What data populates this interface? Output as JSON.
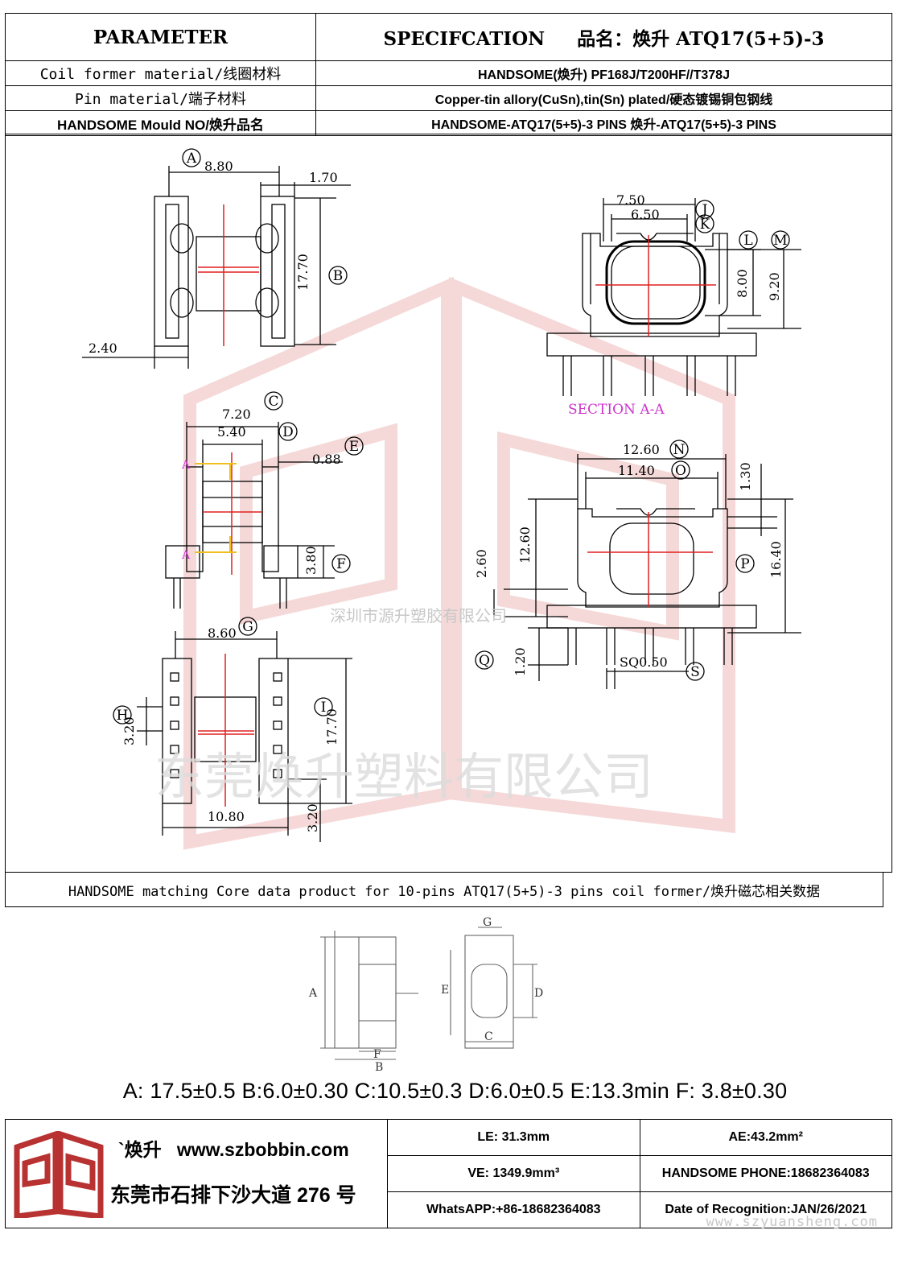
{
  "header": {
    "parameter_label": "PARAMETER",
    "spec_label": "SPECIFCATION",
    "product_name": "品名：焕升 ATQ17(5+5)-3"
  },
  "rows": [
    {
      "label": "Coil former material/线圈材料",
      "value": "HANDSOME(焕升)  PF168J/T200HF//T378J"
    },
    {
      "label": "Pin material/端子材料",
      "value": "Copper-tin allory(CuSn),tin(Sn) plated/硬态镀锡铜包钢线"
    },
    {
      "label": "HANDSOME Mould NO/焕升品名",
      "value": "HANDSOME-ATQ17(5+5)-3 PINS    焕升-ATQ17(5+5)-3 PINS"
    }
  ],
  "drawing": {
    "dims": {
      "a": "8.80",
      "b": "17.70",
      "side": "1.70",
      "left": "2.40",
      "c": "7.20",
      "d": "5.40",
      "e": "0.88",
      "f": "3.80",
      "g": "8.60",
      "h": "3.20",
      "i": "17.70",
      "bottom_w": "10.80",
      "bottom_h": "3.20",
      "j": "7.50",
      "k": "6.50",
      "l": "8.00",
      "m": "9.20",
      "n": "12.60",
      "o": "11.40",
      "top_r": "1.30",
      "p": "16.40",
      "left_h": "12.60",
      "left_sm": "2.60",
      "q": "1.20",
      "s": "SQ0.50"
    },
    "letters": [
      "A",
      "B",
      "C",
      "D",
      "E",
      "F",
      "G",
      "H",
      "I",
      "J",
      "K",
      "L",
      "M",
      "N",
      "O",
      "P",
      "Q",
      "S"
    ],
    "section_label": "SECTION A-A",
    "section_marker": "A",
    "watermark_small": "深圳市源升塑胶有限公司",
    "watermark_large": "东莞焕升塑料有限公司"
  },
  "core": {
    "title": "HANDSOME matching Core data  product for 10-pins ATQ17(5+5)-3 pins coil former/焕升磁芯相关数据",
    "labels": [
      "A",
      "B",
      "C",
      "D",
      "E",
      "F",
      "G"
    ],
    "values": "A: 17.5±0.5 B:6.0±0.30 C:10.5±0.3 D:6.0±0.5 E:13.3min  F: 3.8±0.30"
  },
  "footer": {
    "brand": "`焕升",
    "website": "www.szbobbin.com",
    "address": "东莞市石排下沙大道 276 号",
    "le": "LE: 31.3mm",
    "ae": "AE:43.2mm²",
    "ve": "VE: 1349.9mm³",
    "phone": "HANDSOME PHONE:18682364083",
    "whatsapp": "WhatsAPP:+86-18682364083",
    "date": "Date of Recognition:JAN/26/2021",
    "watermark_site": "www.szyuansheng.com"
  },
  "colors": {
    "watermark_red": "#e8a0a0",
    "section_magenta": "#cc33cc",
    "center_red": "#e02020",
    "logo_red": "#b83232"
  }
}
